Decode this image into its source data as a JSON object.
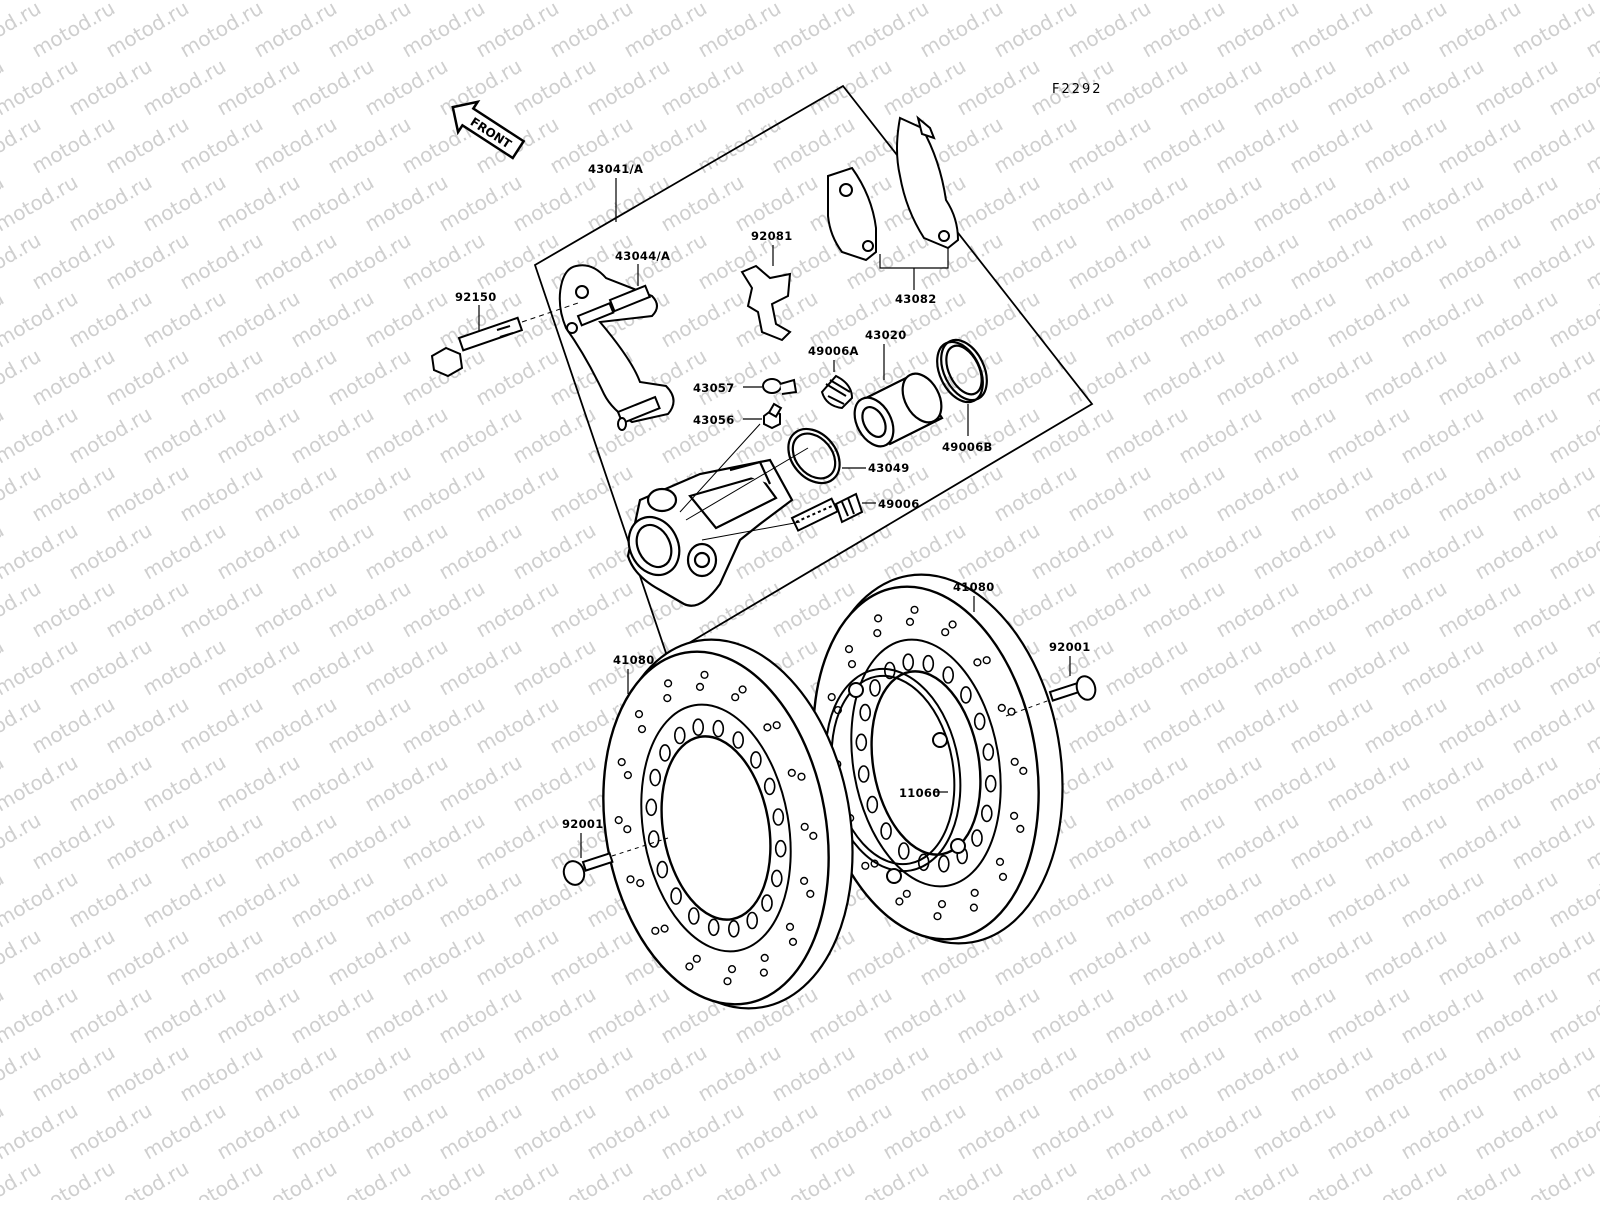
{
  "diagram": {
    "figure_code": "F2292",
    "front_label": "FRONT",
    "watermark": "motod.ru",
    "colors": {
      "line": "#000000",
      "watermark": "#cfcfcf",
      "background": "#ffffff"
    }
  },
  "parts": {
    "p43041": "43041/A",
    "p43044": "43044/A",
    "p92081": "92081",
    "p43082": "43082",
    "p92150": "92150",
    "p43020": "43020",
    "p49006A": "49006A",
    "p43057": "43057",
    "p43056": "43056",
    "p49006B": "49006B",
    "p43049": "43049",
    "p49006": "49006",
    "p41080a": "41080",
    "p41080b": "41080",
    "p92001a": "92001",
    "p92001b": "92001",
    "p11060": "11060"
  }
}
